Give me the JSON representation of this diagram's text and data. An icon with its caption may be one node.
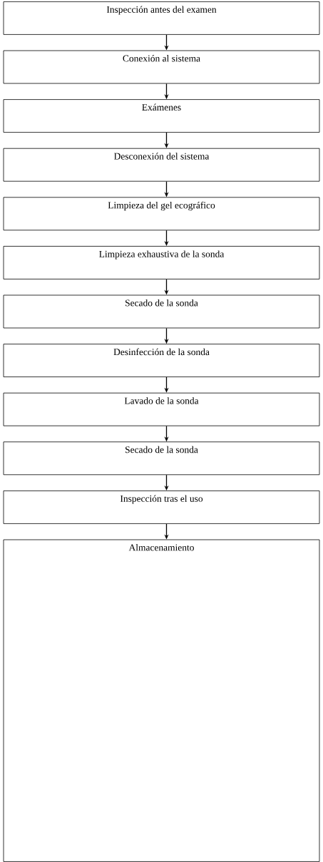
{
  "diagram": {
    "nodes": [
      {
        "text": [
          "Inspección antes del examen"
        ]
      },
      {
        "text": [
          "Conexión al sistema"
        ]
      },
      {
        "text": [
          "Exámenes"
        ]
      },
      {
        "text": [
          "Desconexión del sistema"
        ]
      },
      {
        "text": [
          "Limpieza del gel ecográfico"
        ]
      },
      {
        "text": [
          "Limpieza exhaustiva de la sonda"
        ]
      },
      {
        "text": [
          "Secado de la sonda"
        ]
      },
      {
        "text": [
          "Desinfección de la sonda"
        ]
      },
      {
        "text": [
          "Lavado de la sonda"
        ]
      },
      {
        "text": [
          "Secado de la sonda"
        ]
      },
      {
        "text": [
          "Inspección tras el uso"
        ]
      },
      {
        "text": [
          "Almacenamiento"
        ]
      }
    ],
    "edges": [
      {
        "from": 0,
        "to": 1,
        "arrow": "to"
      },
      {
        "from": 1,
        "to": 2,
        "arrow": "to"
      },
      {
        "from": 2,
        "to": 3,
        "arrow": "to"
      },
      {
        "from": 3,
        "to": 4,
        "arrow": "to"
      },
      {
        "from": 4,
        "to": 5,
        "arrow": "to"
      },
      {
        "from": 5,
        "to": 6,
        "arrow": "to"
      },
      {
        "from": 6,
        "to": 7,
        "arrow": "to"
      },
      {
        "from": 7,
        "to": 8,
        "arrow": "to"
      },
      {
        "from": 8,
        "to": 9,
        "arrow": "to"
      },
      {
        "from": 9,
        "to": 10,
        "arrow": "to"
      },
      {
        "from": 10,
        "to": 11,
        "arrow": "to"
      }
    ]
  }
}
